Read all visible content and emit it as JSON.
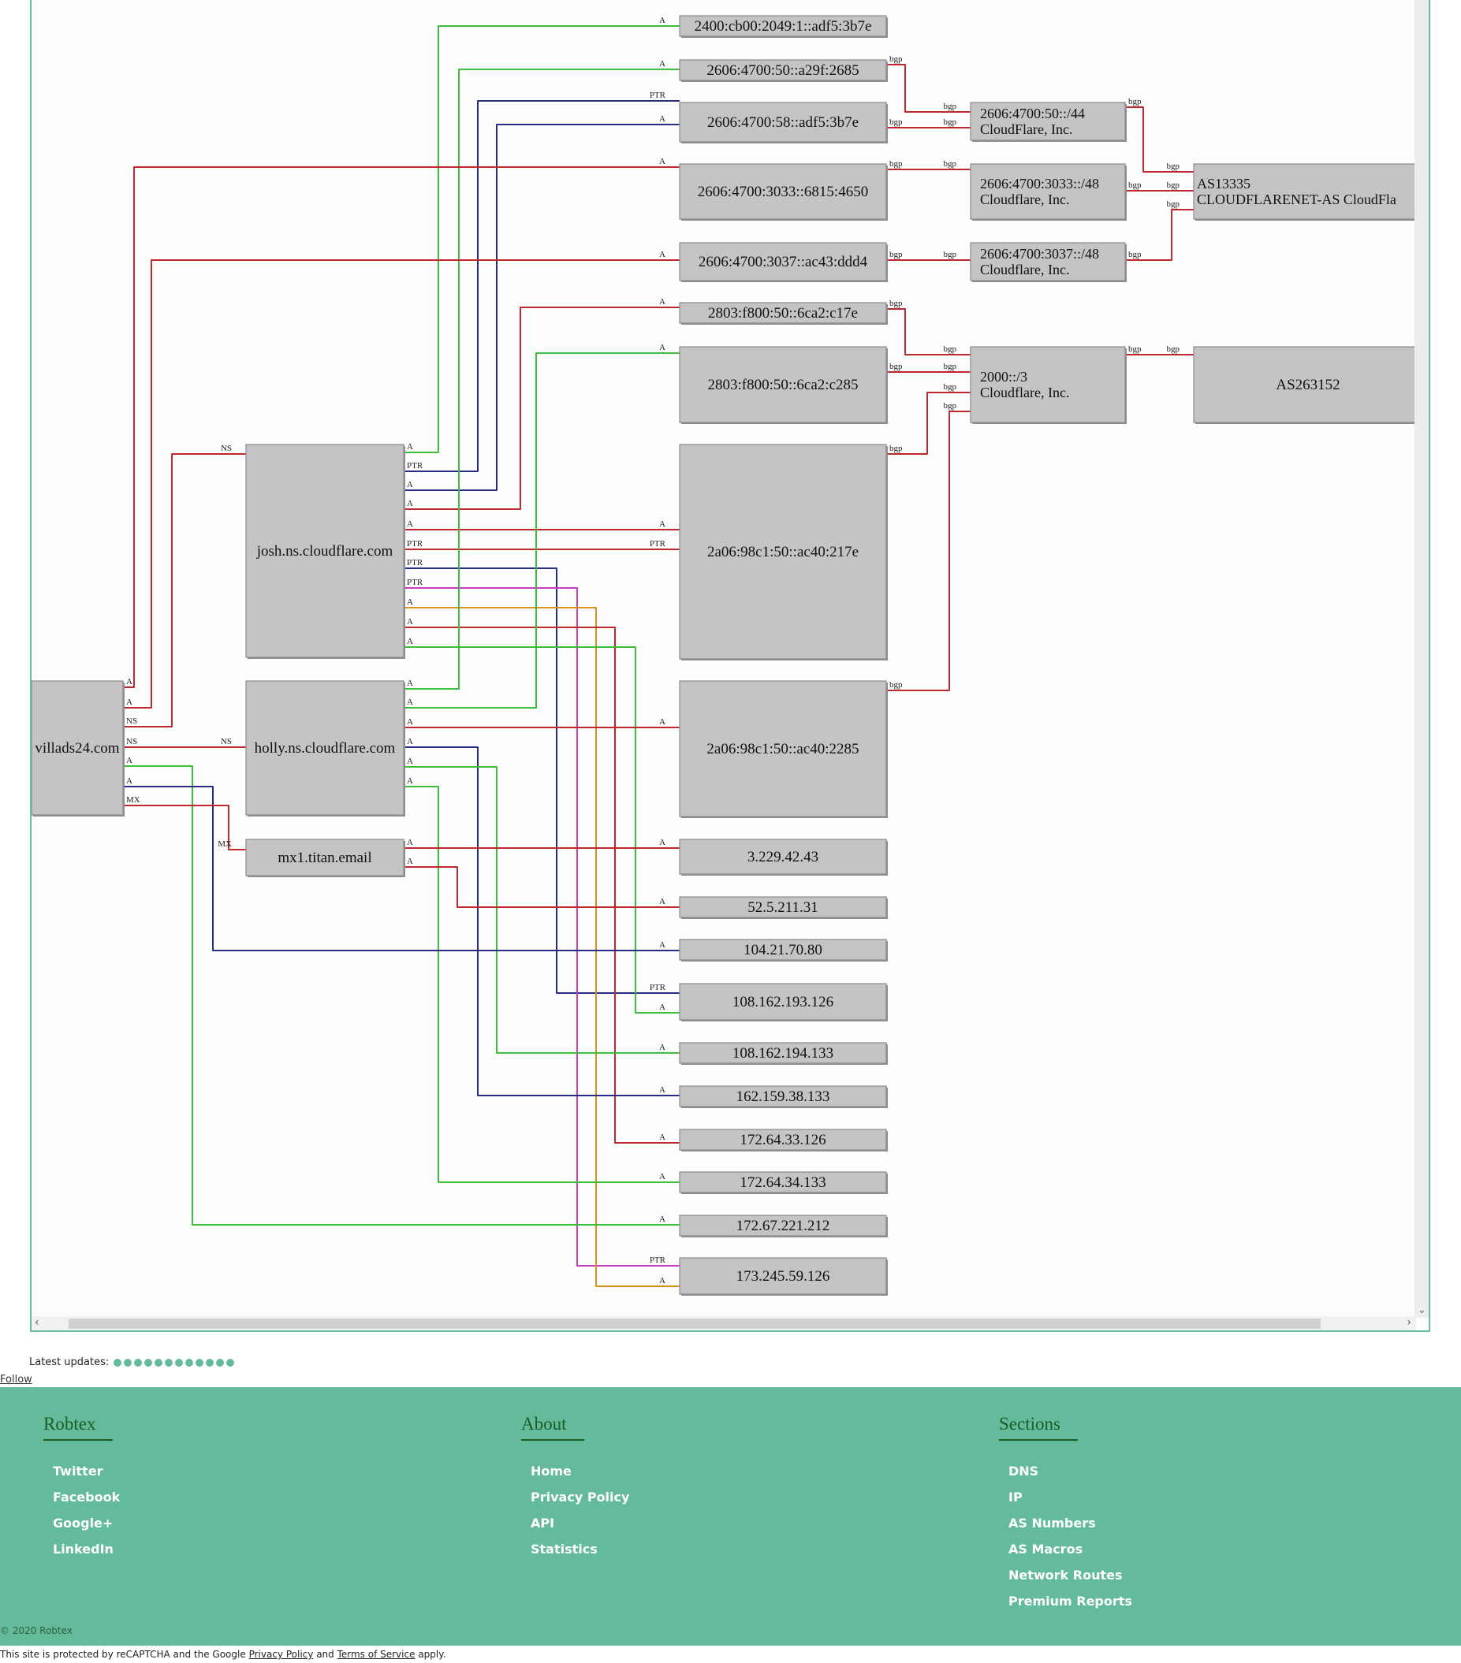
{
  "graph": {
    "nodes": [
      {
        "id": "v",
        "label": "villads24.com"
      },
      {
        "id": "josh",
        "label": "josh.ns.cloudflare.com"
      },
      {
        "id": "holly",
        "label": "holly.ns.cloudflare.com"
      },
      {
        "id": "mx",
        "label": "mx1.titan.email"
      },
      {
        "id": "ip1",
        "label": "2400:cb00:2049:1::adf5:3b7e"
      },
      {
        "id": "ip2",
        "label": "2606:4700:50::a29f:2685"
      },
      {
        "id": "ip3",
        "label": "2606:4700:58::adf5:3b7e"
      },
      {
        "id": "ip4",
        "label": "2606:4700:3033::6815:4650"
      },
      {
        "id": "ip5",
        "label": "2606:4700:3037::ac43:ddd4"
      },
      {
        "id": "ip6",
        "label": "2803:f800:50::6ca2:c17e"
      },
      {
        "id": "ip7",
        "label": "2803:f800:50::6ca2:c285"
      },
      {
        "id": "ip8",
        "label": "2a06:98c1:50::ac40:217e"
      },
      {
        "id": "ip9",
        "label": "2a06:98c1:50::ac40:2285"
      },
      {
        "id": "ip10",
        "label": "3.229.42.43"
      },
      {
        "id": "ip11",
        "label": "52.5.211.31"
      },
      {
        "id": "ip12",
        "label": "104.21.70.80"
      },
      {
        "id": "ip13",
        "label": "108.162.193.126"
      },
      {
        "id": "ip14",
        "label": "108.162.194.133"
      },
      {
        "id": "ip15",
        "label": "162.159.38.133"
      },
      {
        "id": "ip16",
        "label": "172.64.33.126"
      },
      {
        "id": "ip17",
        "label": "172.64.34.133"
      },
      {
        "id": "ip18",
        "label": "172.67.221.212"
      },
      {
        "id": "ip19",
        "label": "173.245.59.126"
      },
      {
        "id": "r1",
        "label": "2606:4700:50::/44",
        "sub": "CloudFlare, Inc."
      },
      {
        "id": "r2",
        "label": "2606:4700:3033::/48",
        "sub": "Cloudflare, Inc."
      },
      {
        "id": "r3",
        "label": "2606:4700:3037::/48",
        "sub": "Cloudflare, Inc."
      },
      {
        "id": "r4",
        "label": "2000::/3",
        "sub": "Cloudflare, Inc."
      },
      {
        "id": "as1",
        "label": "AS13335",
        "sub": "CLOUDFLARENET-AS CloudFla"
      },
      {
        "id": "as2",
        "label": "AS263152"
      }
    ],
    "edge_labels": {
      "a": "A",
      "ptr": "PTR",
      "ns": "NS",
      "mx": "MX",
      "bgp": "bgp"
    },
    "colors": {
      "green": "#3bbf3b",
      "red": "#c0282d",
      "navy": "#282b87",
      "magenta": "#c23ec2",
      "orange": "#d9901d",
      "node_fill": "#c5c3c6",
      "node_border": "#8a8a8a"
    }
  },
  "footer": {
    "updates_label": "Latest updates:",
    "follow": "Follow",
    "columns": [
      {
        "title": "Robtex",
        "items": [
          "Twitter",
          "Facebook",
          "Google+",
          "LinkedIn"
        ]
      },
      {
        "title": "About",
        "items": [
          "Home",
          "Privacy Policy",
          "API",
          "Statistics"
        ]
      },
      {
        "title": "Sections",
        "items": [
          "DNS",
          "IP",
          "AS Numbers",
          "AS Macros",
          "Network Routes",
          "Premium Reports"
        ]
      }
    ],
    "copyright": "© 2020 Robtex",
    "recaptcha_prefix": "This site is protected by reCAPTCHA and the Google",
    "privacy_link": "Privacy Policy",
    "and_word": "and",
    "terms_link": "Terms of Service",
    "recaptcha_suffix": "apply."
  }
}
